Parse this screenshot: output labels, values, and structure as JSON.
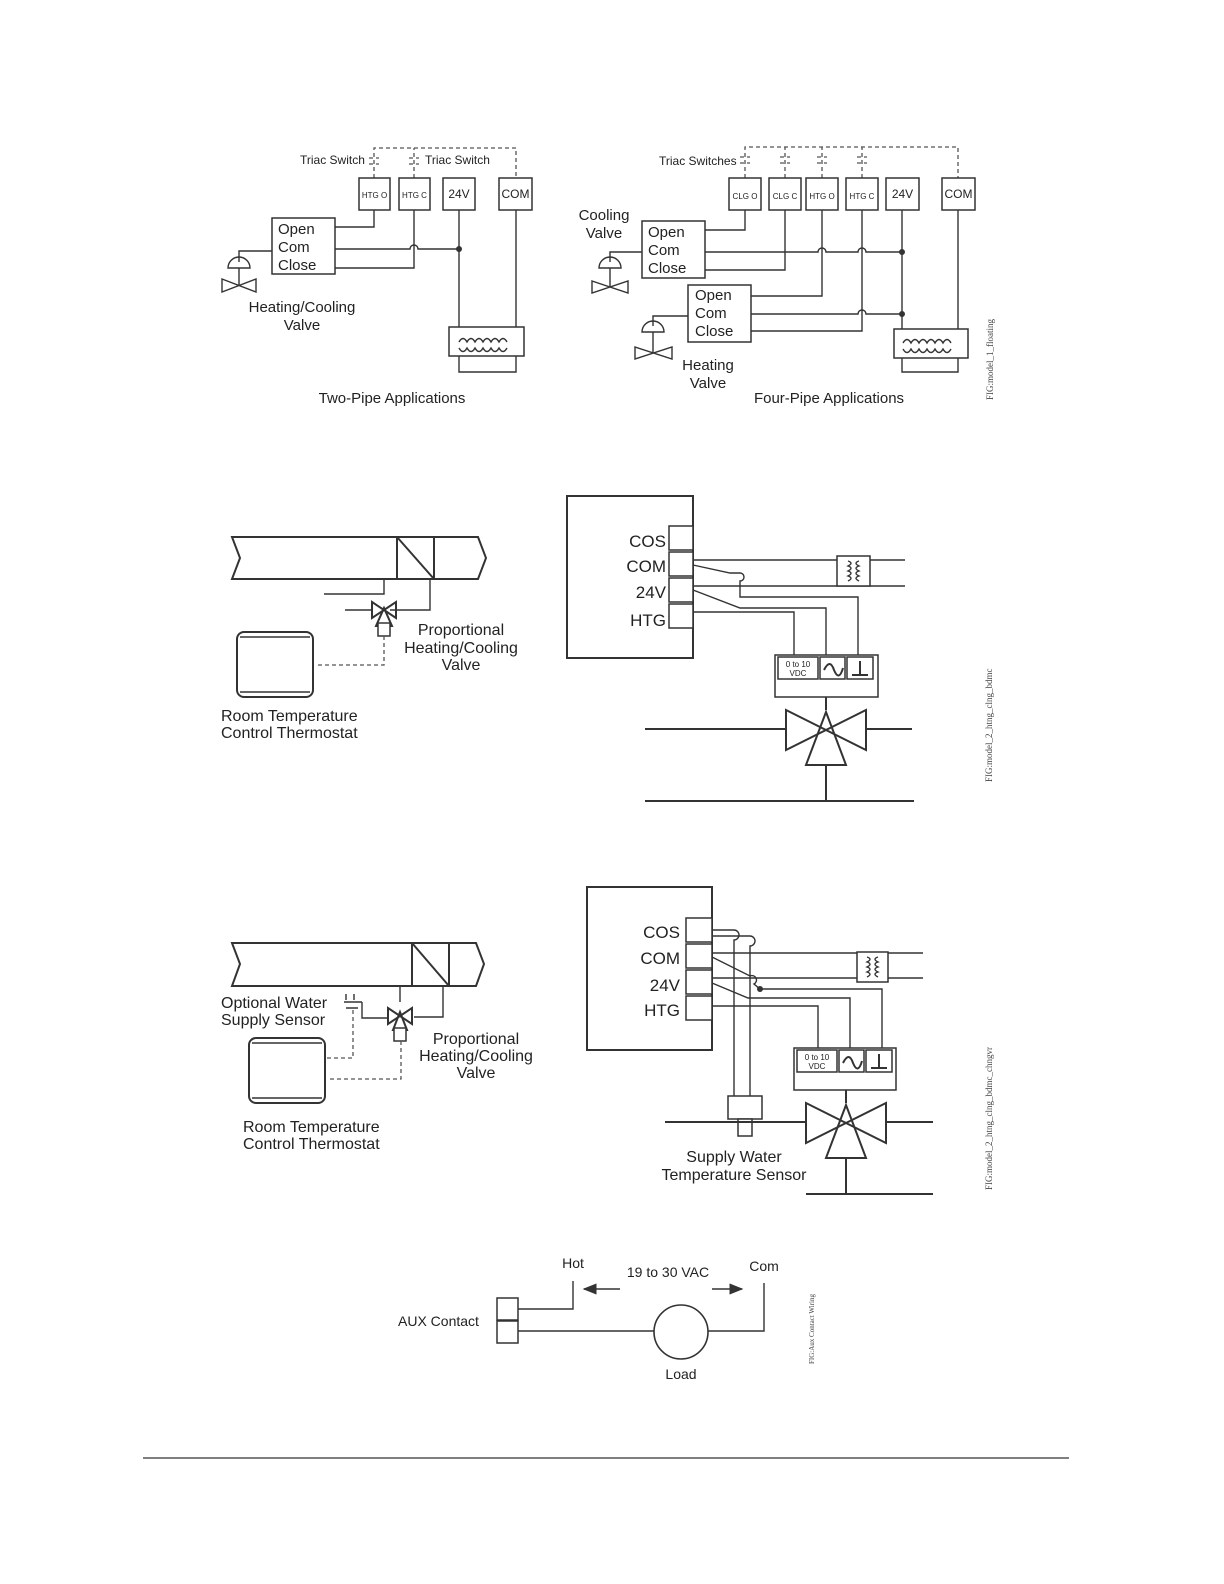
{
  "diagram1": {
    "two_pipe": {
      "triac_left": "Triac Switch",
      "triac_right": "Triac Switch",
      "terminals": [
        "HTG O",
        "HTG C",
        "24V",
        "COM"
      ],
      "valve_terms": [
        "Open",
        "Com",
        "Close"
      ],
      "valve_label_line1": "Heating/Cooling",
      "valve_label_line2": "Valve",
      "caption": "Two-Pipe Applications"
    },
    "four_pipe": {
      "triac": "Triac Switches",
      "terminals": [
        "CLG O",
        "CLG C",
        "HTG O",
        "HTG C",
        "24V",
        "COM"
      ],
      "cooling_line1": "Cooling",
      "cooling_line2": "Valve",
      "cooling_terms": [
        "Open",
        "Com",
        "Close"
      ],
      "heating_terms": [
        "Open",
        "Com",
        "Close"
      ],
      "heating_line1": "Heating",
      "heating_line2": "Valve",
      "caption": "Four-Pipe Applications"
    },
    "fig_id": "FIG:model_1_floating"
  },
  "diagram2": {
    "valve_line1": "Proportional",
    "valve_line2": "Heating/Cooling",
    "valve_line3": "Valve",
    "thermostat_line1": "Room Temperature",
    "thermostat_line2": "Control Thermostat",
    "terminals": [
      "COS",
      "COM",
      "24V",
      "HTG"
    ],
    "actuator_label_line1": "0 to 10",
    "actuator_label_line2": "VDC",
    "fig_id": "FIG:model_2_htng_clng_bdmc"
  },
  "diagram3": {
    "sensor_line1": "Optional Water",
    "sensor_line2": "Supply Sensor",
    "valve_line1": "Proportional",
    "valve_line2": "Heating/Cooling",
    "valve_line3": "Valve",
    "thermostat_line1": "Room Temperature",
    "thermostat_line2": "Control Thermostat",
    "terminals": [
      "COS",
      "COM",
      "24V",
      "HTG"
    ],
    "actuator_label_line1": "0 to 10",
    "actuator_label_line2": "VDC",
    "supply_line1": "Supply Water",
    "supply_line2": "Temperature Sensor",
    "fig_id": "FIG:model_2_htng_clng_bdmc_chngvr"
  },
  "diagram4": {
    "hot": "Hot",
    "com": "Com",
    "voltage": "19 to 30 VAC",
    "aux": "AUX Contact",
    "load": "Load",
    "fig_id": "FIG:Aux Contact Wiring"
  }
}
